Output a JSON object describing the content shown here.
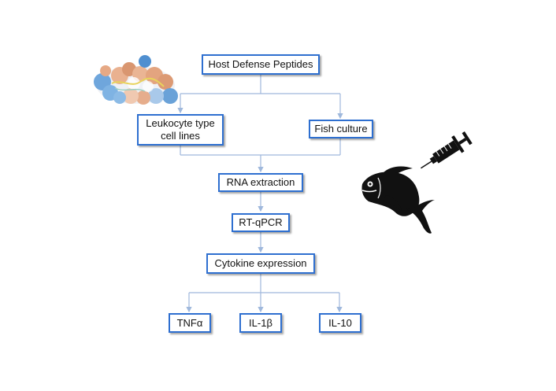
{
  "diagram": {
    "nodes": {
      "host_defense_peptides": "Host Defense Peptides",
      "leukocyte_cell_lines": "Leukocyte type\ncell lines",
      "fish_culture": "Fish culture",
      "rna_extraction": "RNA extraction",
      "rt_qpcr": "RT-qPCR",
      "cytokine_expression": "Cytokine expression",
      "tnf_alpha": "TNFα",
      "il_1_beta": "IL-1β",
      "il_10": "IL-10"
    },
    "illustrations": [
      "protein-structure-icon",
      "fish-icon",
      "syringe-icon"
    ],
    "colors": {
      "node_border": "#2e6fd0",
      "connector": "#9fb8dc",
      "fish": "#111111"
    }
  }
}
